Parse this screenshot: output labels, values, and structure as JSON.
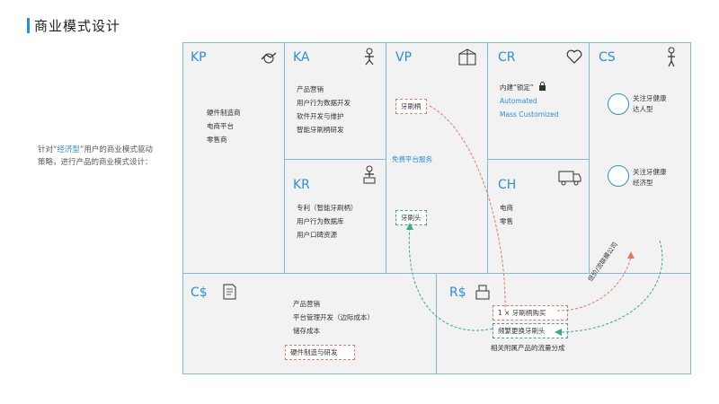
{
  "header": {
    "title": "商业模式设计"
  },
  "side_note": {
    "prefix": "针对“",
    "highlight": "经济型",
    "suffix": "”用户的商业模式驱动策略，进行产品的商业模式设计："
  },
  "canvas": {
    "kp": {
      "code": "KP",
      "items": [
        "硬件制造商",
        "电商平台",
        "零售商"
      ]
    },
    "ka": {
      "code": "KA",
      "items": [
        "产品营销",
        "用户行为数据开发",
        "软件开发与维护",
        "智能牙刷柄研发"
      ]
    },
    "kr": {
      "code": "KR",
      "items": [
        "专利（智能牙刷柄）",
        "用户行为数据库",
        "用户口碑资源"
      ]
    },
    "vp": {
      "code": "VP",
      "handle": "牙刷柄",
      "free_service": "免费平台服务",
      "head": "牙刷头"
    },
    "cr": {
      "code": "CR",
      "items": [
        "内建“锁定”"
      ],
      "blue_items": [
        "Automated",
        "Mass Customized"
      ]
    },
    "ch": {
      "code": "CH",
      "items": [
        "电商",
        "零售"
      ]
    },
    "cs": {
      "code": "CS",
      "segment1": [
        "关注牙健康",
        "达人型"
      ],
      "segment2": [
        "关注牙健康",
        "经济型"
      ]
    },
    "cost": {
      "code": "C$",
      "items": [
        "产品营销",
        "平台管理开发（边际成本）",
        "储存成本"
      ],
      "boxed": "硬件制造与研发"
    },
    "revenue": {
      "code": "R$",
      "box1": "1 × 牙刷柄购买",
      "box2": "频繁更换牙刷头",
      "note": "相关附属产品的流量分成"
    },
    "arrow_label": "低价/流联模公司"
  },
  "colors": {
    "accent": "#2a8fd6",
    "border": "#7fb8e0",
    "red": "#e07a5a",
    "green": "#3aa88a",
    "cell": "#f2f2f2"
  }
}
